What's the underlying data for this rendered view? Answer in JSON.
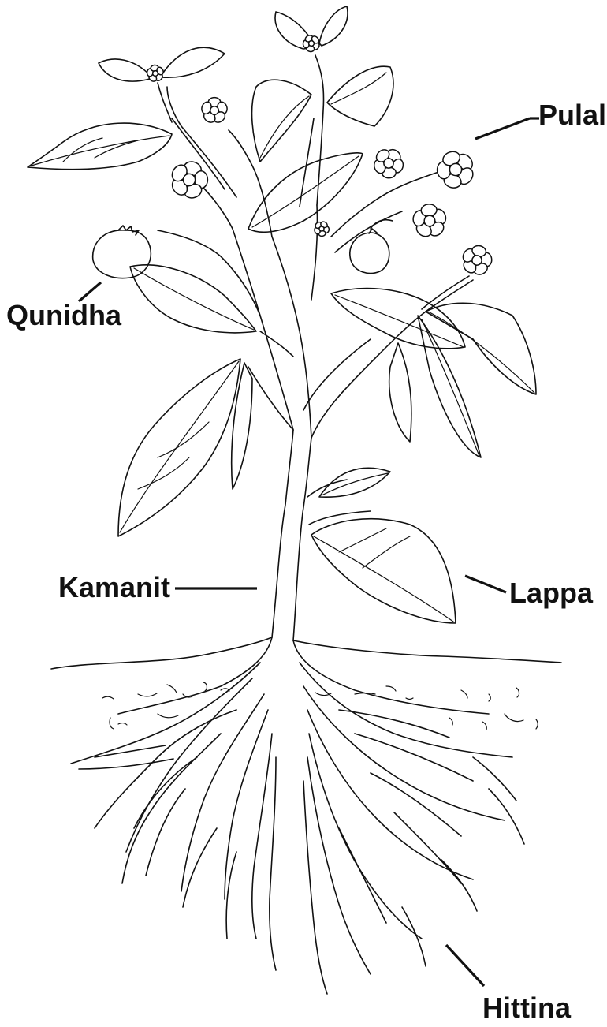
{
  "labels": {
    "pulal": "Pulal",
    "qunidha": "Qunidha",
    "kamanit": "Kamanit",
    "lappa": "Lappa",
    "hittina": "Hittina"
  },
  "colors": {
    "ink": "#111111",
    "background": "#ffffff"
  }
}
